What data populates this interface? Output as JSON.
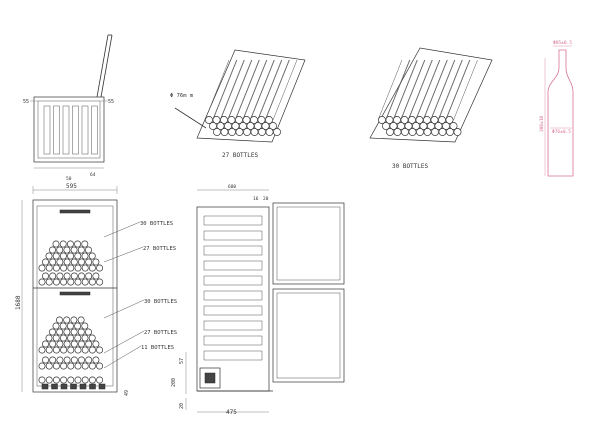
{
  "top_view": {
    "dim_left": "55",
    "dim_right": "55",
    "dim_bottom_a": "50",
    "dim_bottom_b": "64"
  },
  "shelf_27": {
    "diameter_label": "Φ 76m m",
    "caption": "27 BOTTLES"
  },
  "shelf_30": {
    "caption": "30 BOTTLES"
  },
  "bottle": {
    "top_dim": "Φ85±0.5",
    "height_dim": "300±10",
    "base_dim": "Φ76±0.5"
  },
  "front_view": {
    "width_dim": "595",
    "height_dim": "1680",
    "foot_dim": "49",
    "labels": [
      "30 BOTTLES",
      "27 BOTTLES",
      "30 BOTTLES",
      "27 BOTTLES",
      "11 BOTTLES"
    ]
  },
  "side_view": {
    "top_dims": [
      "680",
      "16",
      "20"
    ],
    "dim_a": "57",
    "dim_b": "200",
    "dim_c": "20",
    "depth_dim": "475"
  }
}
